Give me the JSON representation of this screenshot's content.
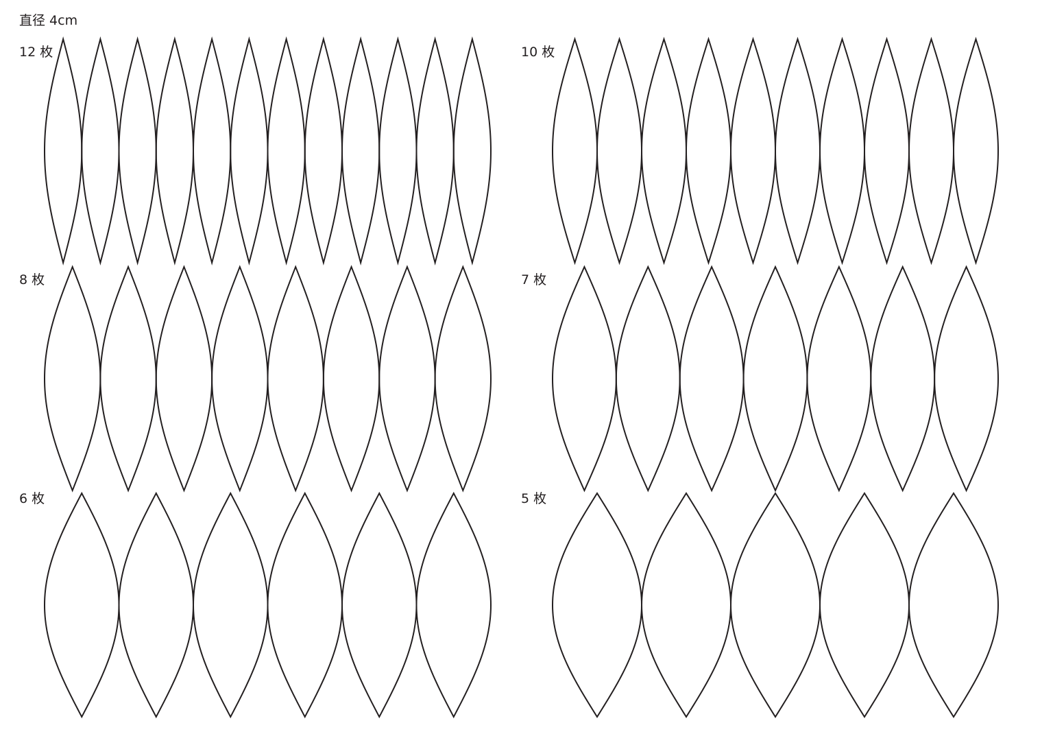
{
  "title": "直径 4cm",
  "line_color": "#231f20",
  "groups": [
    {
      "label": "12 枚",
      "count": 12
    },
    {
      "label": "10 枚",
      "count": 10
    },
    {
      "label": "8 枚",
      "count": 8
    },
    {
      "label": "7 枚",
      "count": 7
    },
    {
      "label": "6 枚",
      "count": 6
    },
    {
      "label": "5 枚",
      "count": 5
    }
  ]
}
